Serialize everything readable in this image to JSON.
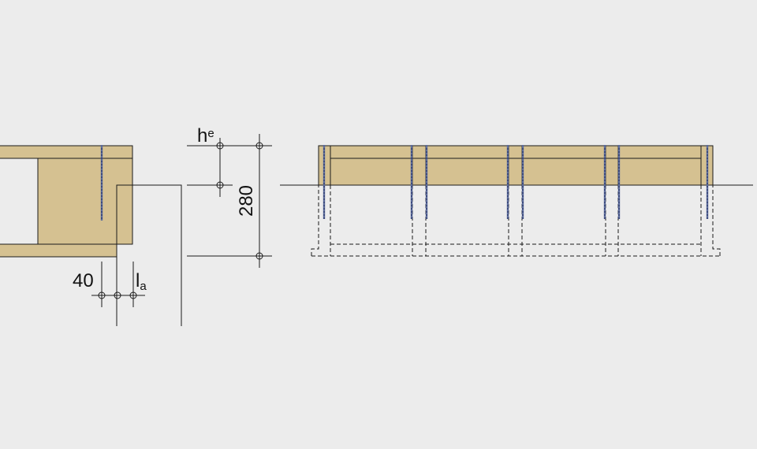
{
  "colors": {
    "background": "#ececec",
    "timber": "#d5c191",
    "screw": "#5c6c9c",
    "line": "#1a1a1a"
  },
  "dimensions": {
    "edge_distance": "40",
    "anchorage_symbol": "l",
    "anchorage_subscript": "a",
    "embedment_symbol": "h",
    "embedment_subscript": "e",
    "total_height": "280"
  },
  "elevation": {
    "screw_count": 8
  }
}
